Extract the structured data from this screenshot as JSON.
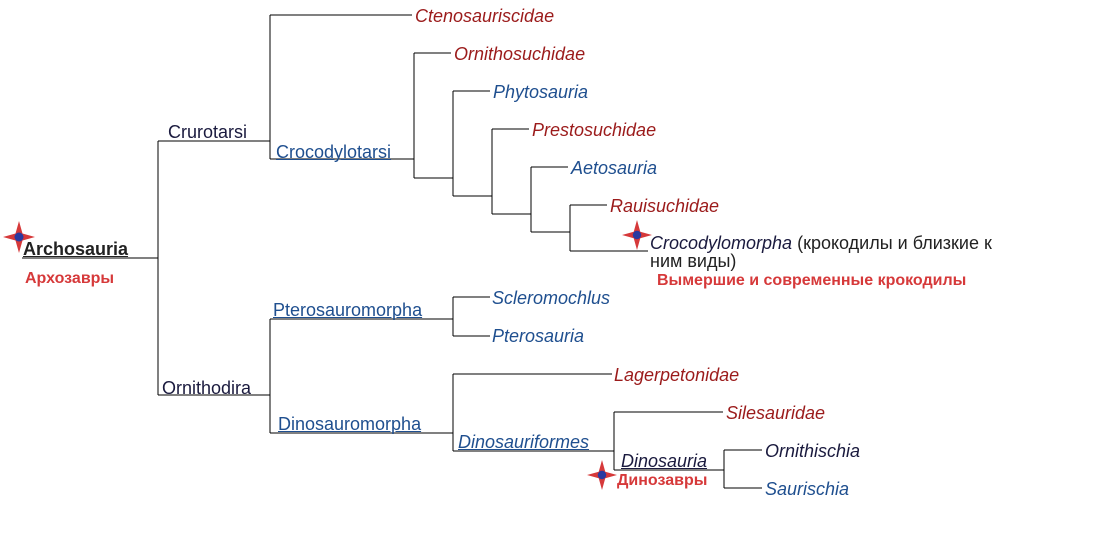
{
  "colors": {
    "extinct": "#9b1b1b",
    "extant": "#1f4f8f",
    "dark": "#1a1a3e",
    "accent": "#d6393a",
    "line": "#000000"
  },
  "taxa": {
    "archosauria": "Archosauria",
    "crurotarsi": "Crurotarsi",
    "ornithodira": "Ornithodira",
    "ctenosauriscidae": "Ctenosauriscidae",
    "crocodylotarsi": "Crocodylotarsi",
    "ornithosuchidae": "Ornithosuchidae",
    "phytosauria": "Phytosauria",
    "prestosuchidae": "Prestosuchidae",
    "aetosauria": "Aetosauria",
    "rauisuchidae": "Rauisuchidae",
    "crocodylomorpha": "Crocodylomorpha",
    "crocodylomorpha_note_1": " (крокодилы и близкие к",
    "crocodylomorpha_note_2": "ним виды)",
    "pterosauromorpha": "Pterosauromorpha",
    "scleromochlus": "Scleromochlus",
    "pterosauria": "Pterosauria",
    "dinosauromorpha": "Dinosauromorpha",
    "lagerpetonidae": "Lagerpetonidae",
    "dinosauriformes": "Dinosauriformes",
    "silesauridae": "Silesauridae",
    "dinosauria": "Dinosauria",
    "ornithischia": "Ornithischia",
    "saurischia": "Saurischia"
  },
  "russian_labels": {
    "archosaurs": "Архозавры",
    "crocodiles": "Вымершие и современные крокодилы",
    "dinosaurs": "Динозавры"
  },
  "markers": [
    "star-icon",
    "star-icon",
    "star-icon"
  ]
}
